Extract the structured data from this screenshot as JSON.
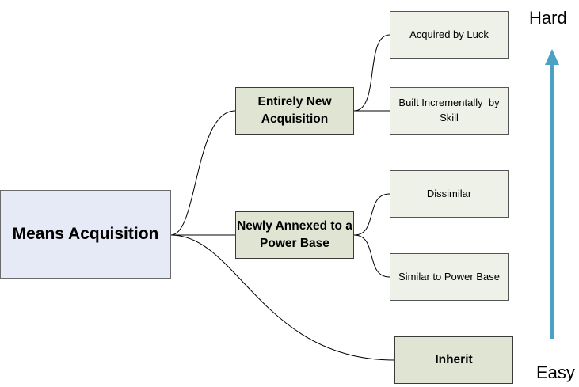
{
  "diagram": {
    "root": "Means Acquisition",
    "branches": [
      {
        "label": "Entirely New Acquisition",
        "children": [
          "Acquired by Luck",
          "Built Incrementally  by Skill"
        ]
      },
      {
        "label": "Newly Annexed to a Power Base",
        "children": [
          "Dissimilar",
          "Similar to Power Base"
        ]
      },
      {
        "label": "Inherit",
        "children": []
      }
    ],
    "scale": {
      "top_label": "Hard",
      "bottom_label": "Easy",
      "arrow_color": "#4aa1c4"
    }
  }
}
